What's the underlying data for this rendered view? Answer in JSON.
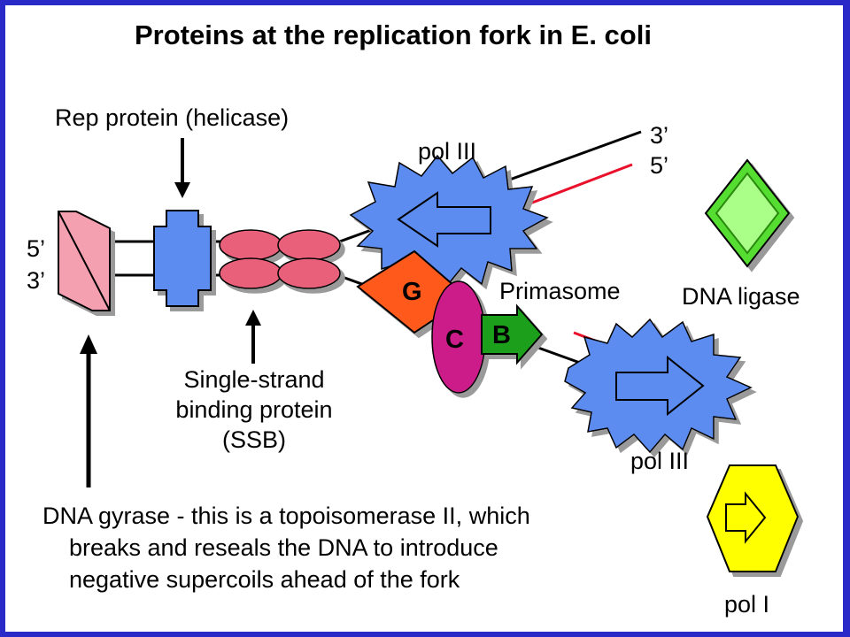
{
  "title": "Proteins at the replication fork in E. coli",
  "labels": {
    "rep_protein": "Rep protein (helicase)",
    "pol3_top": "pol III",
    "strand_3prime_right": "3’",
    "strand_5prime_right": "5’",
    "dna_ligase": "DNA ligase",
    "strand_5prime_left": "5’",
    "strand_3prime_left": "3’",
    "primasome": "Primasome",
    "letter_g": "G",
    "letter_c": "C",
    "letter_b": "B",
    "ssb_line1": "Single-strand",
    "ssb_line2": "binding protein",
    "ssb_line3": "(SSB)",
    "pol3_bottom": "pol III",
    "gyrase_line1": "DNA gyrase - this is a topoisomerase II, which",
    "gyrase_line2": "breaks and reseals the DNA to introduce",
    "gyrase_line3": "negative supercoils ahead of the fork",
    "pol1": "pol I"
  },
  "colors": {
    "border": "#2a2ac8",
    "blue_protein": "#5b8cf0",
    "ssb": "#e8607a",
    "gyrase": "#f5a0b0",
    "orange_g": "#ff5a1a",
    "magenta_c": "#cc1a8a",
    "green_b": "#1aa01a",
    "ligase": "#55dd33",
    "pol1": "#ffff00",
    "red_strand": "#e8102a"
  }
}
